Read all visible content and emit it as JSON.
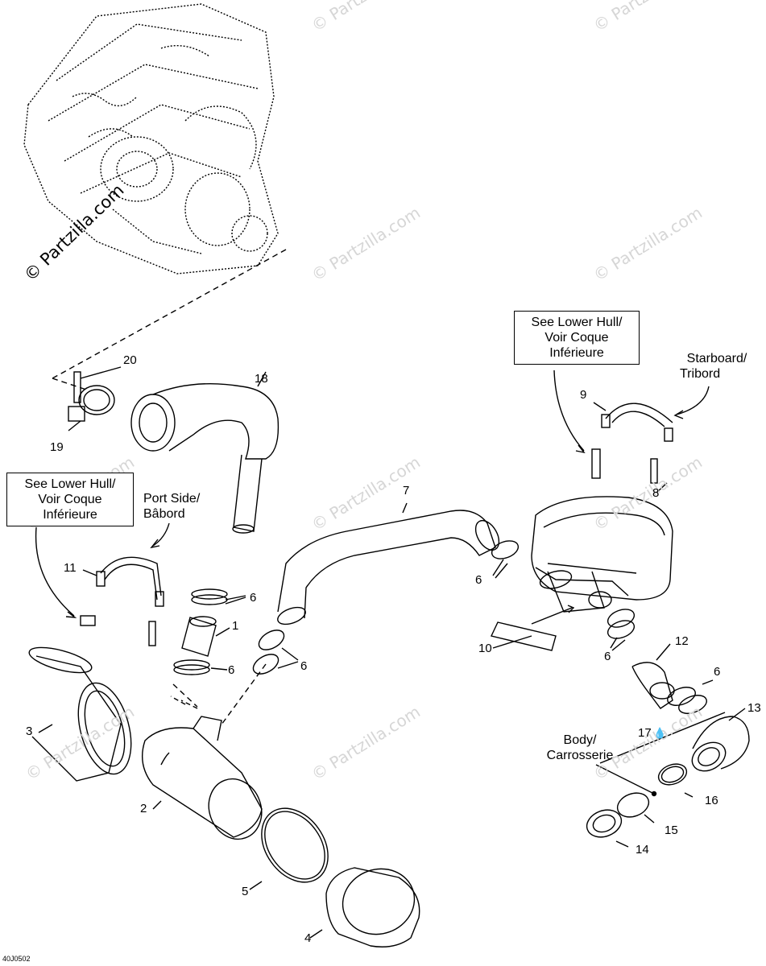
{
  "watermark": {
    "text": "© Partzilla.com"
  },
  "drawing_ref": "40J0502",
  "callouts": {
    "c1": "1",
    "c2": "2",
    "c3": "3",
    "c4": "4",
    "c5": "5",
    "c6a": "6",
    "c6b": "6",
    "c6c": "6",
    "c6d": "6",
    "c6e": "6",
    "c6f": "6",
    "c7": "7",
    "c8": "8",
    "c9": "9",
    "c10": "10",
    "c11": "11",
    "c12": "12",
    "c13": "13",
    "c14": "14",
    "c15": "15",
    "c16": "16",
    "c17": "17",
    "c18": "18",
    "c19": "19",
    "c20": "20"
  },
  "notes": {
    "lower_hull_right": [
      "See Lower Hull/",
      "Voir Coque",
      "Inférieure"
    ],
    "lower_hull_left": [
      "See Lower Hull/",
      "Voir Coque",
      "Inférieure"
    ],
    "starboard": [
      "Starboard/",
      "Tribord"
    ],
    "port_side": [
      "Port Side/",
      "Bâbord"
    ],
    "body": [
      "Body/",
      "Carrosserie"
    ]
  }
}
